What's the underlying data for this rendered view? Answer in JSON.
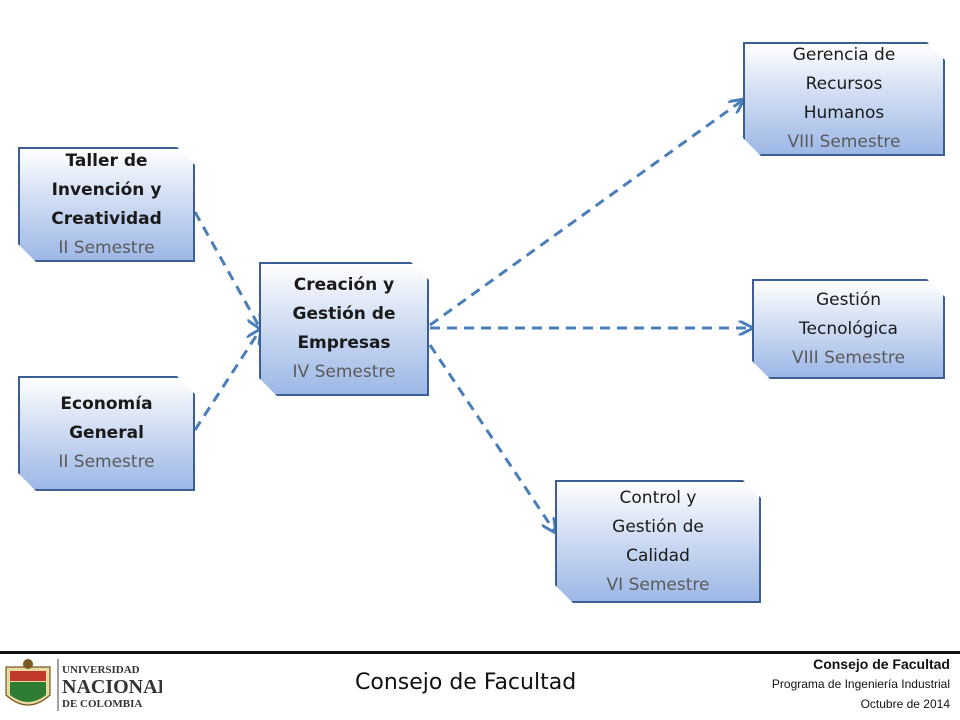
{
  "nodes": {
    "taller": {
      "title": "Taller de Invención y Creatividad",
      "semester": "II Semestre"
    },
    "economia": {
      "title": "Economía General",
      "semester": "II Semestre"
    },
    "creacion": {
      "title": "Creación y Gestión de Empresas",
      "semester": "IV Semestre"
    },
    "gerencia": {
      "title": "Gerencia de Recursos Humanos",
      "semester": "VIII Semestre"
    },
    "gestion_tec": {
      "title": "Gestión Tecnológica",
      "semester": "VIII Semestre"
    },
    "control": {
      "title": "Control y Gestión de Calidad",
      "semester": "VI Semestre"
    }
  },
  "edges": [
    {
      "from": "Taller de Invención y Creatividad",
      "to": "Creación y Gestión de Empresas"
    },
    {
      "from": "Economía General",
      "to": "Creación y Gestión de Empresas"
    },
    {
      "from": "Creación y Gestión de Empresas",
      "to": "Gerencia de Recursos Humanos"
    },
    {
      "from": "Creación y Gestión de Empresas",
      "to": "Gestión Tecnológica"
    },
    {
      "from": "Creación y Gestión de Empresas",
      "to": "Control y Gestión de Calidad"
    }
  ],
  "colors": {
    "node_border": "#3b5f94",
    "node_fill": "#9db7e6",
    "arrow": "#4a7ebb",
    "subtitle": "#5a5a5a"
  },
  "footer": {
    "logo_lines": [
      "UNIVERSIDAD",
      "NACIONAL",
      "DE COLOMBIA"
    ],
    "center_title": "Consejo de Facultad",
    "right_title": "Consejo de Facultad",
    "right_program": "Programa de Ingeniería Industrial",
    "right_date": "Octubre de 2014"
  }
}
